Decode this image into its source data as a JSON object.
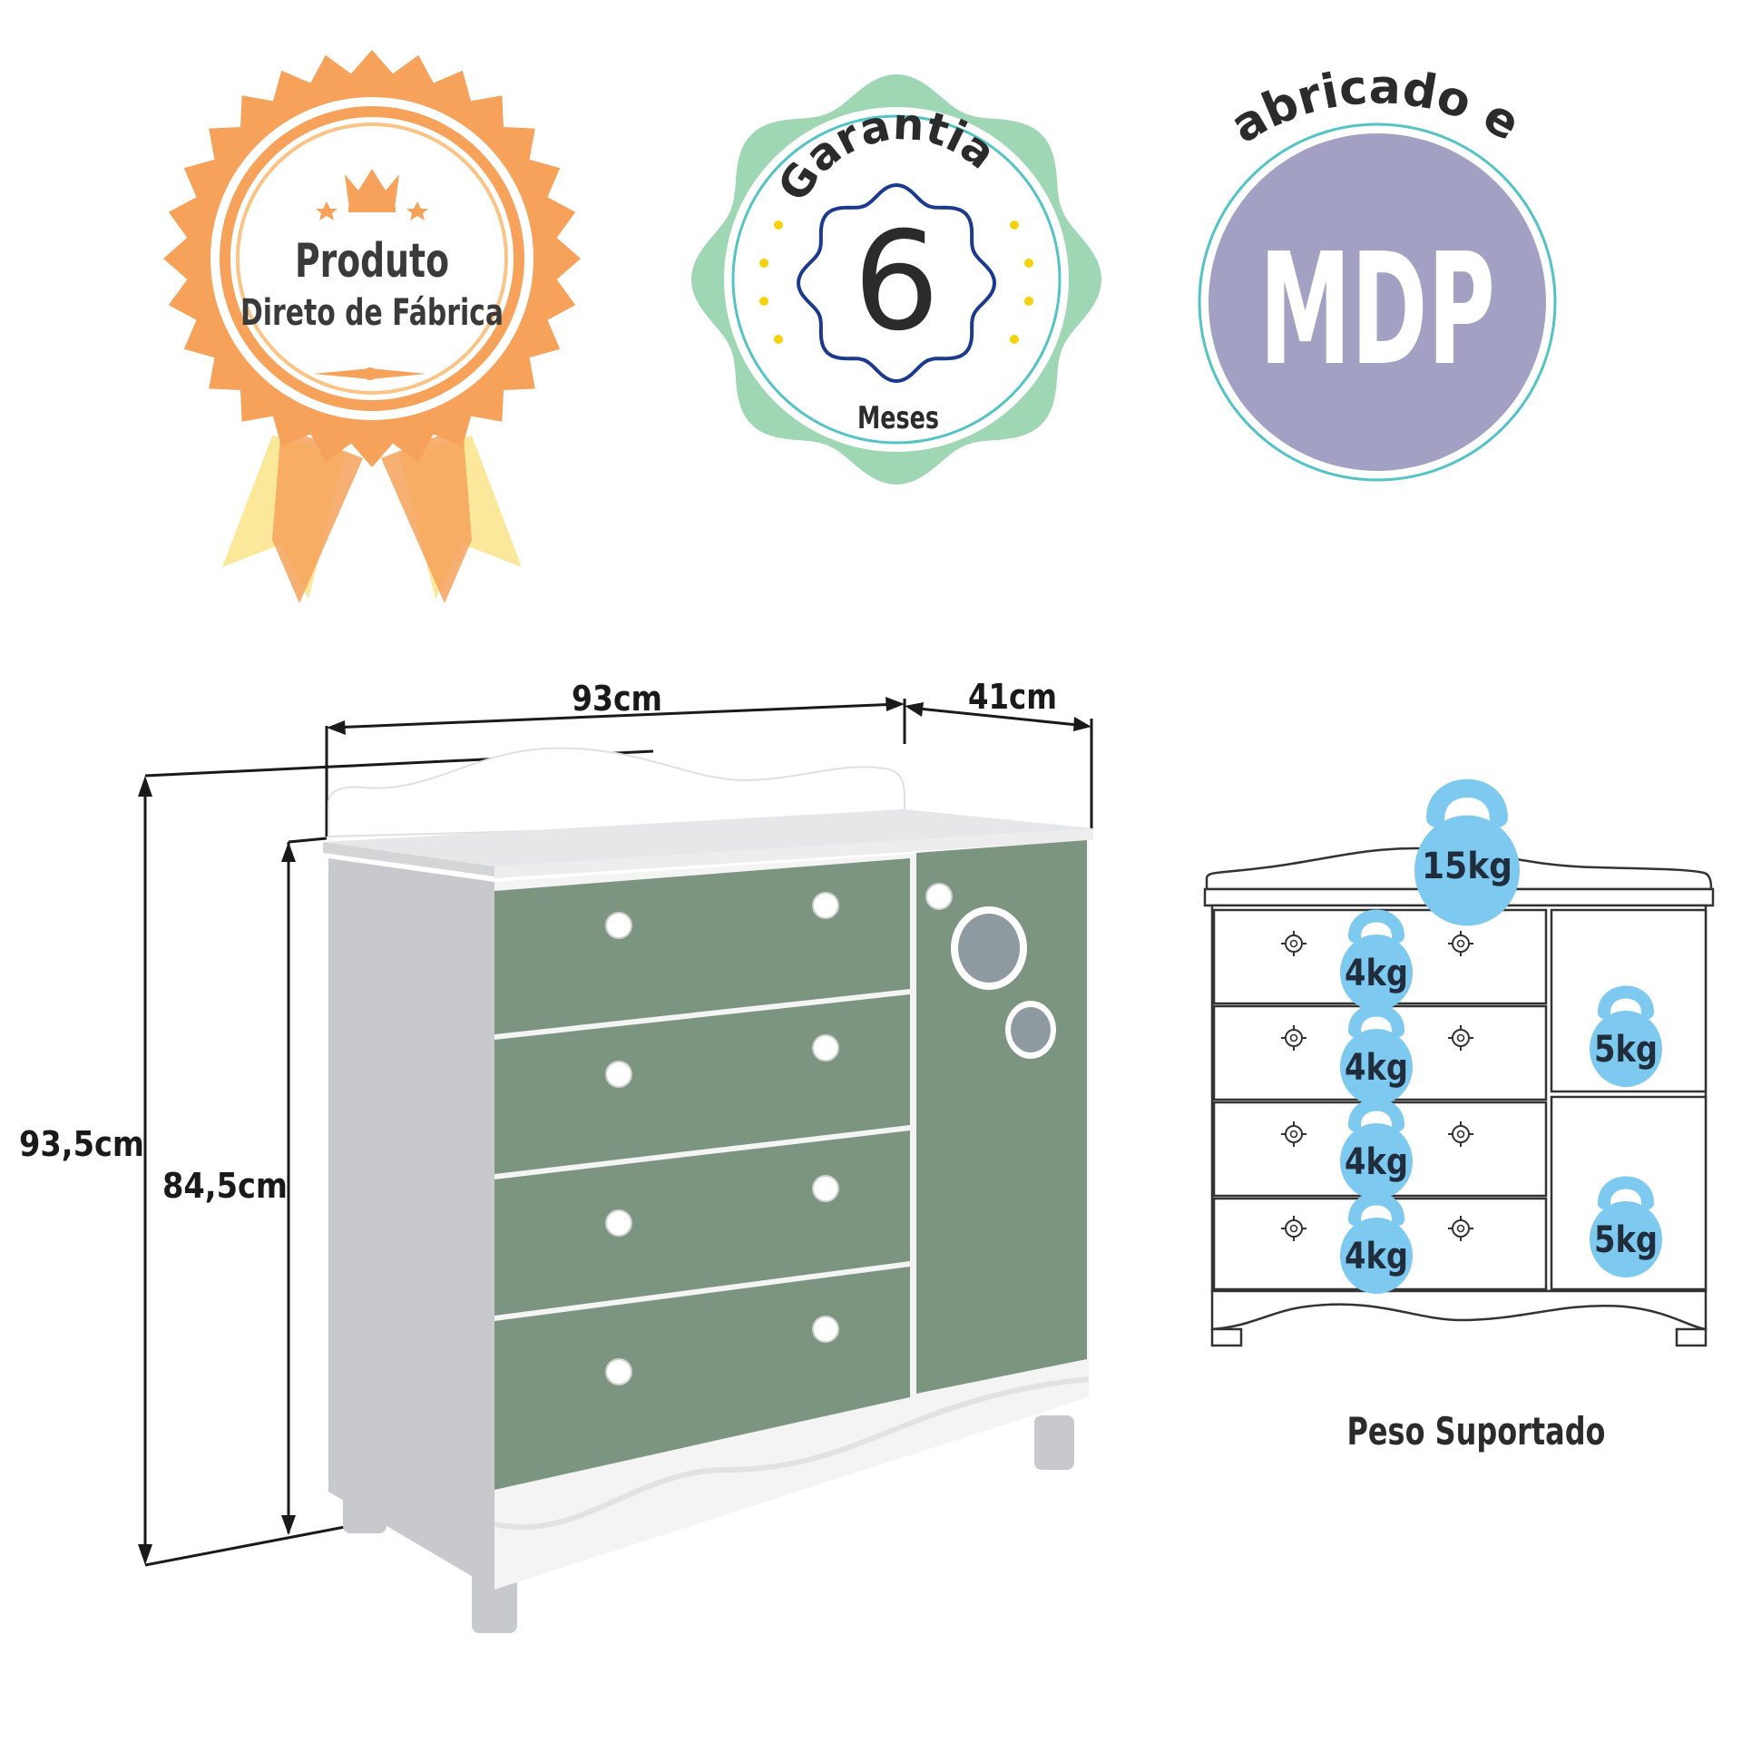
{
  "badges": {
    "produto": {
      "line1": "Produto",
      "line2": "Direto de Fábrica"
    },
    "garantia": {
      "top": "Garantia",
      "number": "6",
      "bottom": "Meses"
    },
    "material": {
      "top": "Fabricado em",
      "value": "MDP"
    }
  },
  "dimensions": {
    "width": "93cm",
    "depth": "41cm",
    "total_height": "93,5cm",
    "body_height": "84,5cm"
  },
  "weights": {
    "top": "15kg",
    "drawers": [
      "4kg",
      "4kg",
      "4kg",
      "4kg"
    ],
    "shelves": [
      "5kg",
      "5kg"
    ],
    "caption": "Peso Suportado"
  },
  "colors": {
    "orange": "#f6a25b",
    "orange_light": "#fbc487",
    "ribbon": "#fbe89a",
    "mint": "#9fd6b3",
    "teal_ring": "#54c3c6",
    "navy": "#1b3a8c",
    "lavender": "#a2a1c4",
    "sage": "#7c9580",
    "kettlebell": "#7ec9ef",
    "dark_text": "#2b2b2b"
  }
}
